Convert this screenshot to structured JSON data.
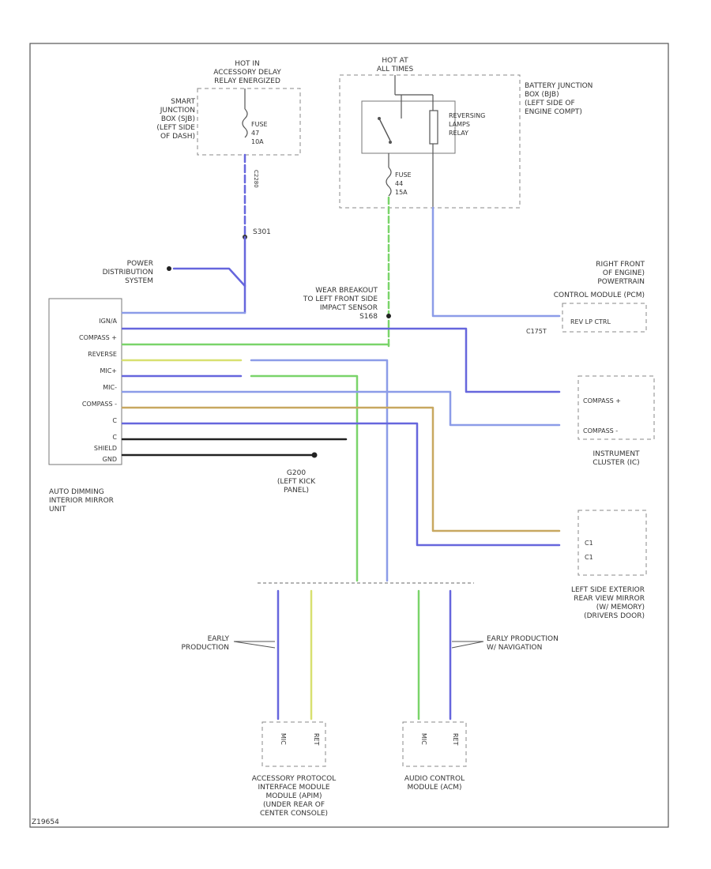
{
  "colors": {
    "blue": "#6666dd",
    "lightblue": "#8c9ce8",
    "green": "#7ad46a",
    "yellow": "#d8e070",
    "orange": "#c8a860",
    "black": "#222222",
    "gray": "#888888"
  },
  "diagram_code": "Z19654",
  "hot_acc": {
    "line1": "HOT IN",
    "line2": "ACCESSORY DELAY",
    "line3": "RELAY ENERGIZED"
  },
  "smart_jb": {
    "line1": "SMART",
    "line2": "JUNCTION",
    "line3": "BOX (SJB)",
    "line4": "(LEFT SIDE",
    "line5": "OF DASH)"
  },
  "sjb_fuse": {
    "line1": "FUSE",
    "line2": "47",
    "line3": "10A"
  },
  "hot_at": {
    "line1": "HOT AT",
    "line2": "ALL TIMES"
  },
  "batt_jb": {
    "line1": "BATTERY JUNCTION",
    "line2": "BOX (BJB)",
    "line3": "(LEFT SIDE OF",
    "line4": "ENGINE COMPT)"
  },
  "relay": {
    "line1": "REVERSING",
    "line2": "LAMPS",
    "line3": "RELAY"
  },
  "bjb_fuse": {
    "line1": "FUSE",
    "line2": "44",
    "line3": "15A"
  },
  "splice1": "S301",
  "power_dist": {
    "line1": "POWER",
    "line2": "DISTRIBUTION",
    "line3": "SYSTEM"
  },
  "wearbreakout": {
    "line1": "WEAR BREAKOUT",
    "line2": "TO LEFT FRONT SIDE",
    "line3": "IMPACT SENSOR",
    "line4": "S168"
  },
  "pcm": {
    "line1": "RIGHT FRONT",
    "line2": "OF ENGINE)",
    "line3": "POWERTRAIN",
    "line4": "CONTROL MODULE (PCM)",
    "pin": "REV LP CTRL",
    "connector": "C175T"
  },
  "mirror_unit": {
    "pins": [
      "IGN/A",
      "COMPASS +",
      "REVERSE",
      "MIC+",
      "MIC-",
      "COMPASS -",
      "C",
      "C",
      "SHIELD",
      "GND"
    ],
    "caption": {
      "line1": "AUTO DIMMING",
      "line2": "INTERIOR MIRROR",
      "line3": "UNIT"
    }
  },
  "ground": {
    "line1": "G200",
    "line2": "(LEFT KICK",
    "line3": "PANEL)"
  },
  "cluster": {
    "pin1": "COMPASS +",
    "pin2": "COMPASS -",
    "caption1": "INSTRUMENT",
    "caption2": "CLUSTER (IC)"
  },
  "ext_mirror": {
    "pin1": "C1",
    "pin2": "C1",
    "caption1": "LEFT SIDE EXTERIOR",
    "caption2": "REAR VIEW MIRROR",
    "caption3": "(W/ MEMORY)",
    "caption4": "(DRIVERS DOOR)"
  },
  "early_prod_left": {
    "line1": "EARLY",
    "line2": "PRODUCTION"
  },
  "early_prod_right": {
    "line1": "EARLY PRODUCTION",
    "line2": "W/ NAVIGATION"
  },
  "apim": {
    "pin1": "MIC",
    "pin2": "RET",
    "caption1": "ACCESSORY PROTOCOL",
    "caption2": "INTERFACE MODULE",
    "caption3": "MODULE (APIM)",
    "caption4": "(UNDER REAR OF",
    "caption5": "CENTER CONSOLE)"
  },
  "acm": {
    "pin1": "MIC",
    "pin2": "RET",
    "caption1": "AUDIO CONTROL",
    "caption2": "MODULE (ACM)"
  }
}
